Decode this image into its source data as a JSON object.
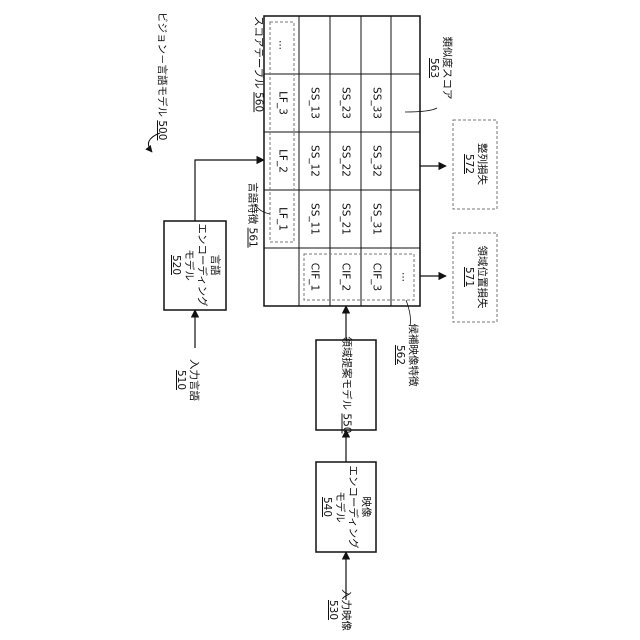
{
  "model": {
    "label": "ビジョン－言語モデル",
    "ref": "500"
  },
  "score_table": {
    "label": "スコアテーブル",
    "ref": "560"
  },
  "language_features": {
    "label": "言語特徴",
    "ref": "561"
  },
  "candidate_features": {
    "label": "候補映像特徴",
    "ref": "562"
  },
  "similarity_score": {
    "label": "類似度スコア",
    "ref": "563"
  },
  "input_language": {
    "label": "入力言語",
    "ref": "510"
  },
  "input_image": {
    "label": "入力映像",
    "ref": "530"
  },
  "lang_encoder": {
    "line1": "言語",
    "line2": "エンコーディング",
    "line3": "モデル",
    "ref": "520"
  },
  "img_encoder": {
    "line1": "映像",
    "line2": "エンコーディング",
    "line3": "モデル",
    "ref": "540"
  },
  "proposal_model": {
    "label": "領域提案モデル",
    "ref": "550"
  },
  "region_loss": {
    "label": "領域位置損失",
    "ref": "571"
  },
  "order_loss": {
    "label": "整列損失",
    "ref": "572"
  },
  "table": {
    "lf": [
      "LF_1",
      "LF_2",
      "LF_3",
      "..."
    ],
    "cif": [
      "CIF_1",
      "CIF_2",
      "CIF_3",
      "..."
    ],
    "ss": [
      [
        "SS_11",
        "SS_12",
        "SS_13"
      ],
      [
        "SS_21",
        "SS_22",
        "SS_23"
      ],
      [
        "SS_31",
        "SS_32",
        "SS_33"
      ]
    ]
  }
}
